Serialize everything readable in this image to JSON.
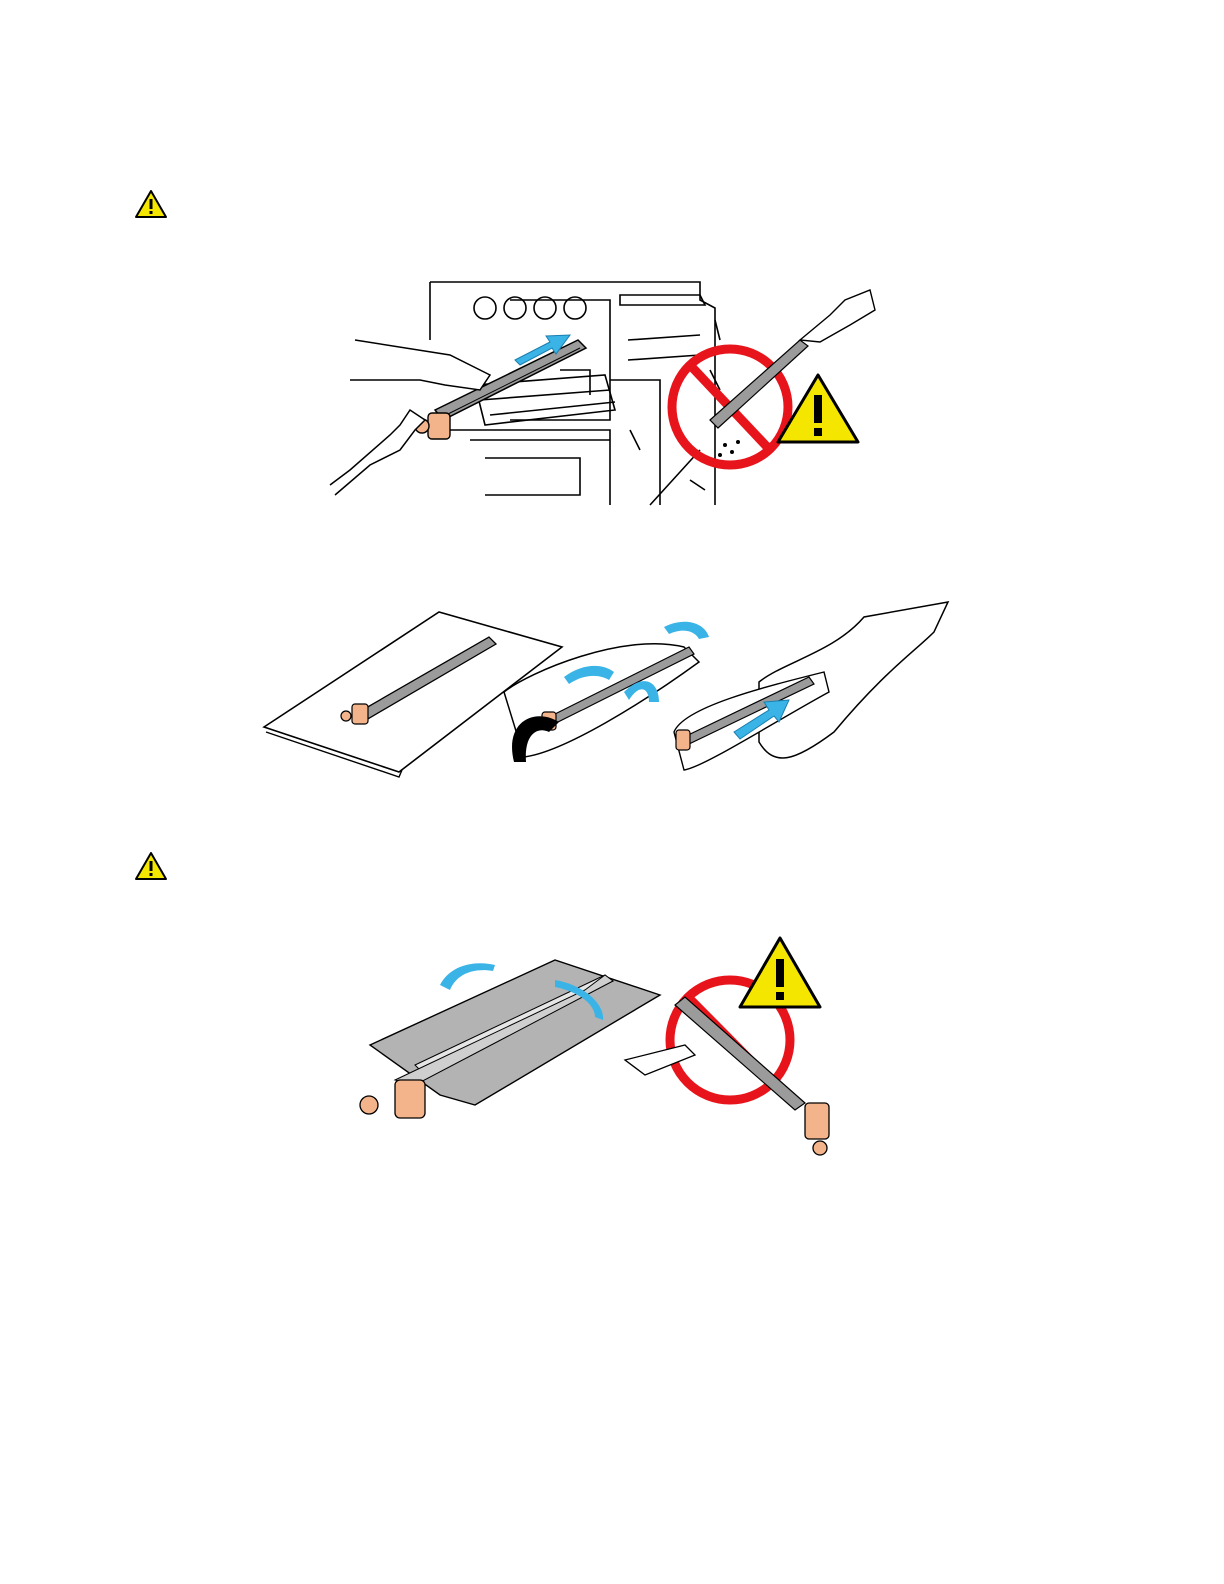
{
  "page": {
    "background": "#ffffff"
  },
  "icons": {
    "caution_top": "warning-triangle-icon",
    "caution_bottom": "warning-triangle-icon"
  },
  "colors": {
    "warning_yellow": "#f5e600",
    "prohibit_red": "#e8141b",
    "arrow_blue": "#3ab4e6",
    "handle_orange": "#f3b48c",
    "outline": "#000000",
    "shade_gray": "#9b9b9b"
  },
  "figures": [
    {
      "id": "remove-drum",
      "icon": "printer-drum-removal-illustration"
    },
    {
      "id": "bag-drum",
      "icon": "drum-wrap-in-bag-illustration"
    },
    {
      "id": "drum-cover",
      "icon": "drum-cover-illustration"
    }
  ]
}
